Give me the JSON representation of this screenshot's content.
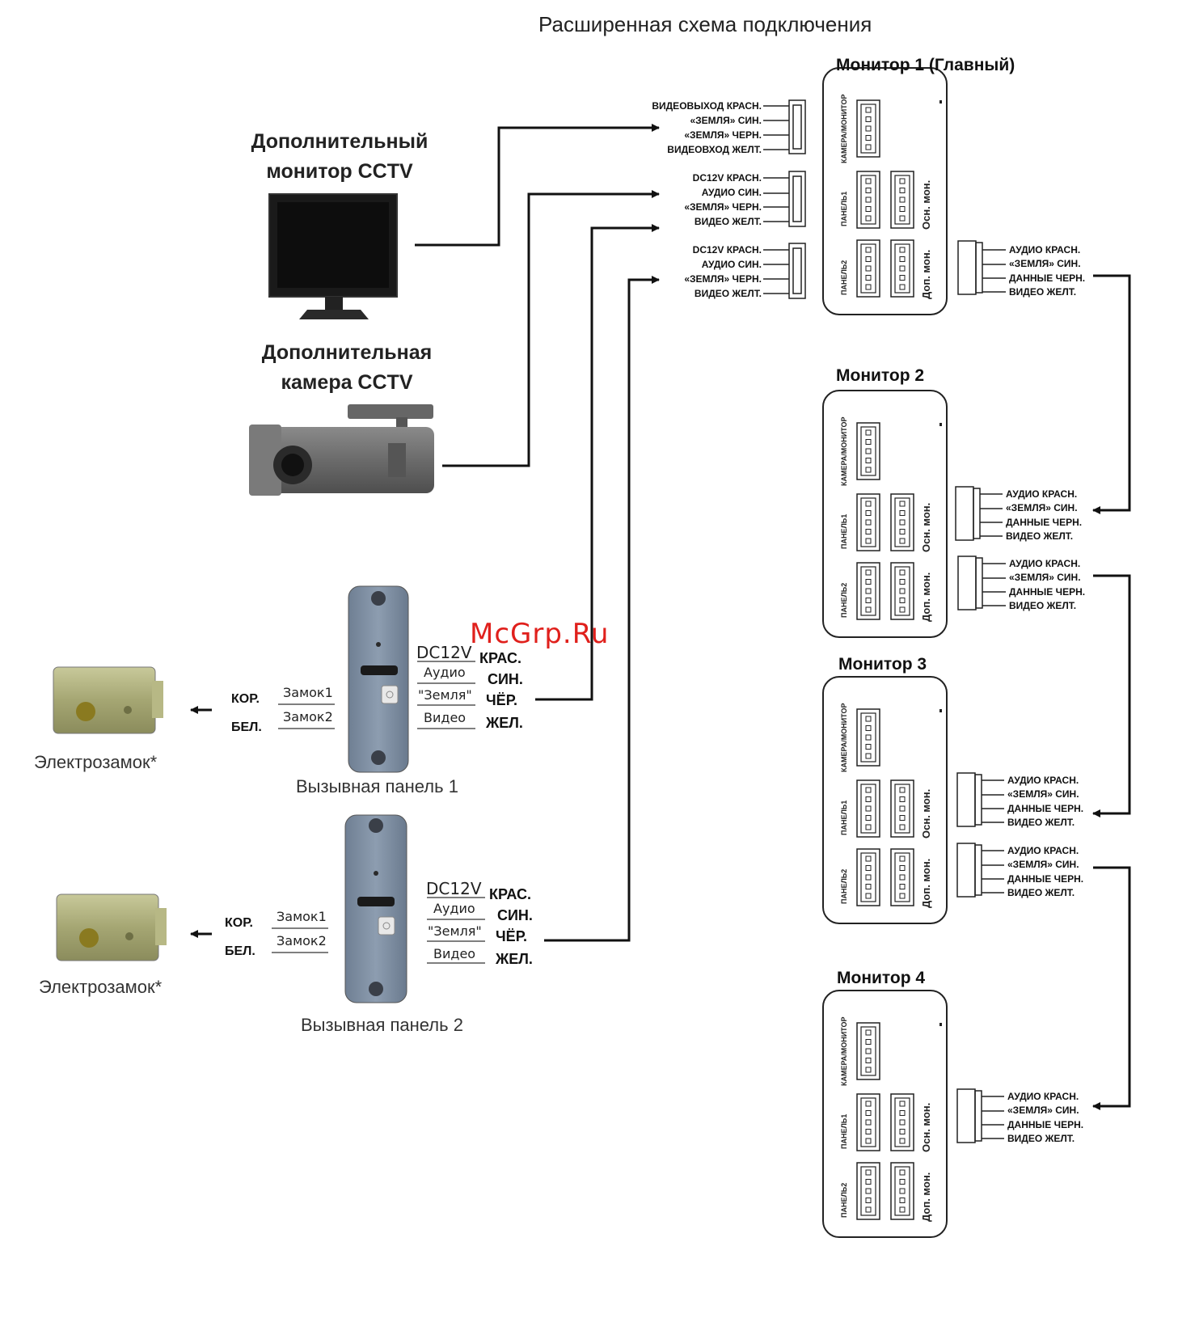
{
  "title": "Расширенная схема подключения",
  "watermark": "McGrp.Ru",
  "cctv_monitor": {
    "title_line1": "Дополнительный",
    "title_line2": "монитор CCTV"
  },
  "cctv_camera": {
    "title_line1": "Дополнительная",
    "title_line2": "камера CCTV"
  },
  "monitors": [
    {
      "title": "Монитор 1 (Главный)"
    },
    {
      "title": "Монитор 2"
    },
    {
      "title": "Монитор 3"
    },
    {
      "title": "Монитор 4"
    }
  ],
  "monitor_port_labels": {
    "camera_monitor": "КАМЕРА/МОНИТОР",
    "panel1": "ПАНЕЛЬ1",
    "panel2": "ПАНЕЛЬ2",
    "main_mon": "Осн. мон.",
    "extra_mon": "Доп. мон."
  },
  "monitor1_left": [
    [
      "ВИДЕОВЫХОД КРАСН.",
      "«ЗЕМЛЯ» СИН.",
      "«ЗЕМЛЯ» ЧЕРН.",
      "ВИДЕОВХОД ЖЕЛТ."
    ],
    [
      "DC12V  КРАСН.",
      "АУДИО СИН.",
      "«ЗЕМЛЯ» ЧЕРН.",
      "ВИДЕО ЖЕЛТ."
    ],
    [
      "DC12V  КРАСН.",
      "АУДИО СИН.",
      "«ЗЕМЛЯ» ЧЕРН.",
      "ВИДЕО ЖЕЛТ."
    ]
  ],
  "right_connectors": [
    [
      "АУДИО КРАСН.",
      "«ЗЕМЛЯ» СИН.",
      "ДАННЫЕ ЧЕРН.",
      "ВИДЕО ЖЕЛТ."
    ],
    [
      "АУДИО КРАСН.",
      "«ЗЕМЛЯ» СИН.",
      "ДАННЫЕ ЧЕРН.",
      "ВИДЕО ЖЕЛТ."
    ],
    [
      "АУДИО КРАСН.",
      "«ЗЕМЛЯ» СИН.",
      "ДАННЫЕ ЧЕРН.",
      "ВИДЕО ЖЕЛТ."
    ],
    [
      "АУДИО КРАСН.",
      "«ЗЕМЛЯ» СИН.",
      "ДАННЫЕ ЧЕРН.",
      "ВИДЕО ЖЕЛТ."
    ],
    [
      "АУДИО КРАСН.",
      "«ЗЕМЛЯ» СИН.",
      "ДАННЫЕ ЧЕРН.",
      "ВИДЕО ЖЕЛТ."
    ],
    [
      "АУДИО КРАСН.",
      "«ЗЕМЛЯ» СИН.",
      "ДАННЫЕ ЧЕРН.",
      "ВИДЕО ЖЕЛТ."
    ]
  ],
  "call_panels": [
    {
      "caption": "Вызывная панель 1",
      "terms": [
        "DC12V",
        "Аудио",
        "\"Земля\"",
        "Видео"
      ],
      "colors": [
        "КРАС.",
        "СИН.",
        "ЧЁР.",
        "ЖЕЛ."
      ],
      "lock_terms": [
        "Замок1",
        "Замок2"
      ],
      "lock_wires": [
        "КОР.",
        "БЕЛ."
      ]
    },
    {
      "caption": "Вызывная панель 2",
      "terms": [
        "DC12V",
        "Аудио",
        "\"Земля\"",
        "Видео"
      ],
      "colors": [
        "КРАС.",
        "СИН.",
        "ЧЁР.",
        "ЖЕЛ."
      ],
      "lock_terms": [
        "Замок1",
        "Замок2"
      ],
      "lock_wires": [
        "КОР.",
        "БЕЛ."
      ]
    }
  ],
  "locks": [
    {
      "caption": "Электрозамок*"
    },
    {
      "caption": "Электрозамок*"
    }
  ]
}
